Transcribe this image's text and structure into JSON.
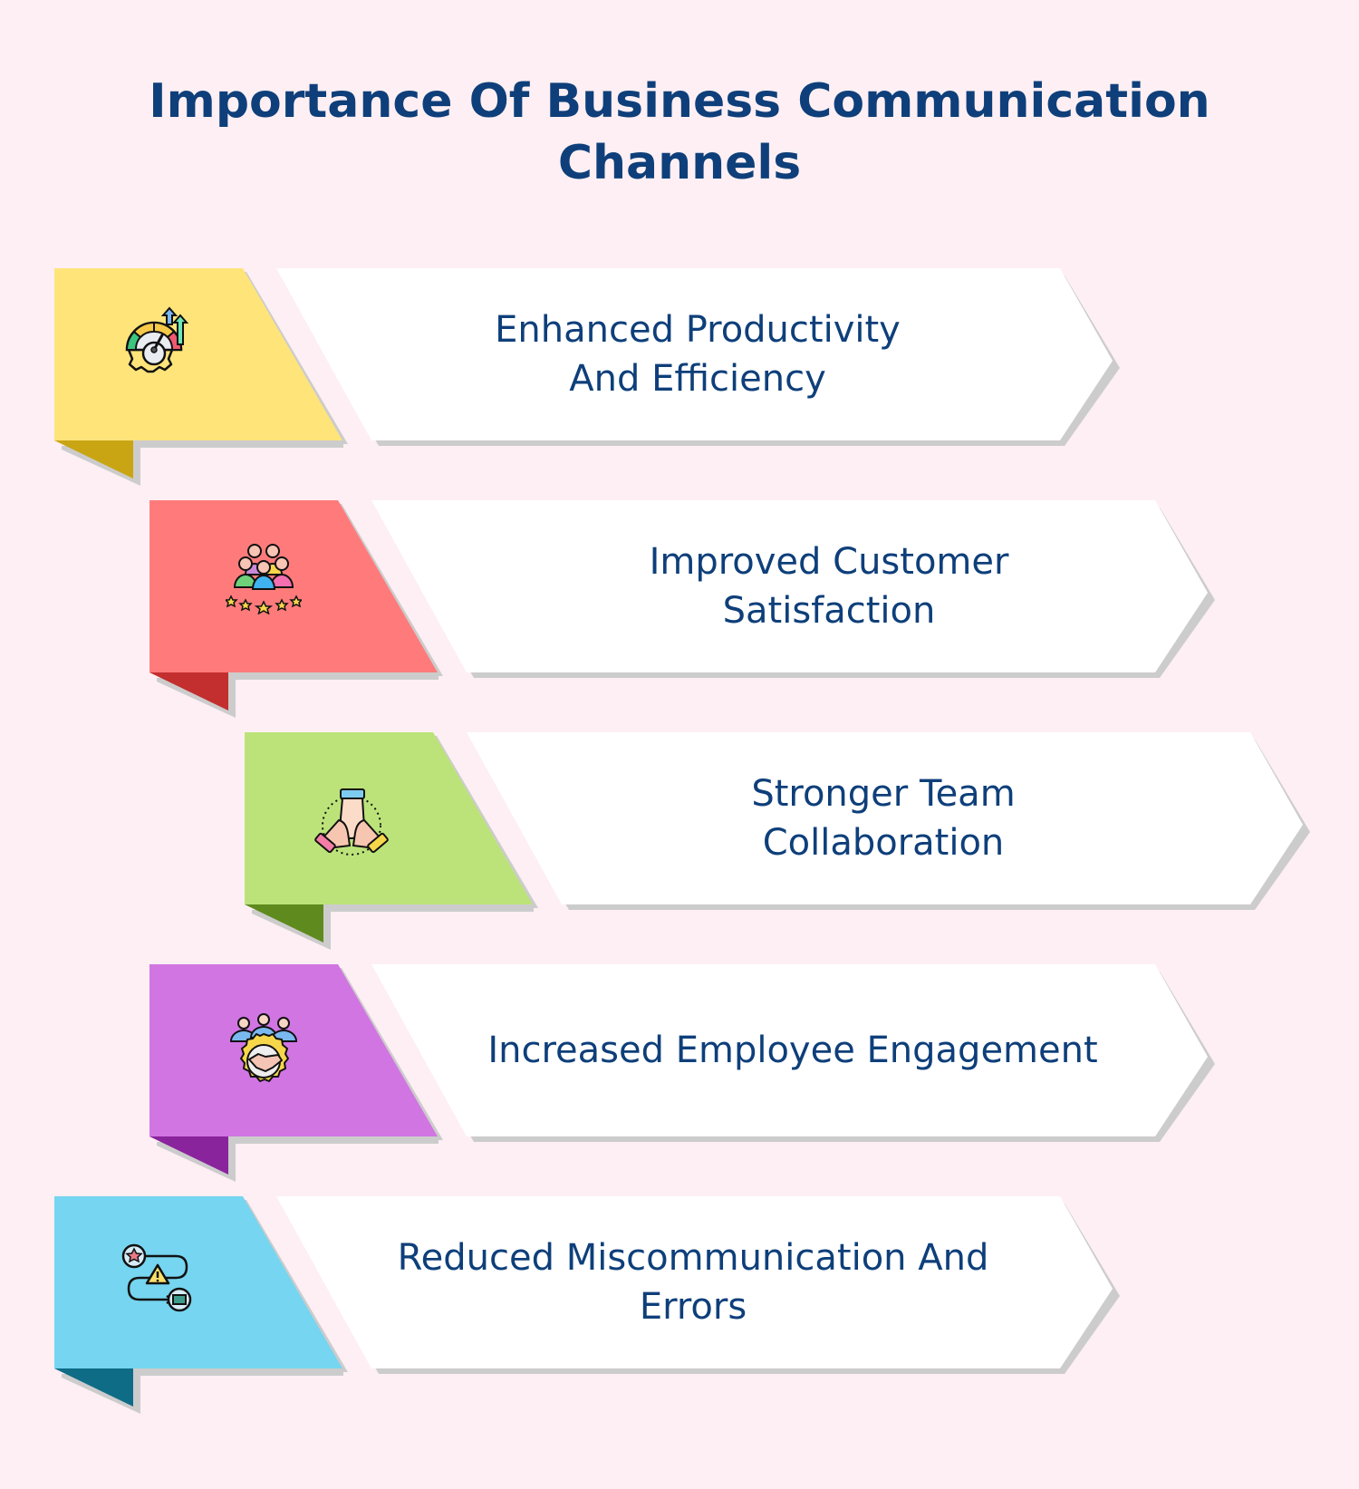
{
  "title": {
    "line1": "Importance Of Business Communication",
    "line2": "Channels"
  },
  "items": [
    {
      "label_line1": "Enhanced Productivity",
      "label_line2": "And Efficiency",
      "icon": "speedometer-gear-growth-icon",
      "color": "#ffe47a",
      "fold_color": "#c9a514"
    },
    {
      "label_line1": "Improved Customer",
      "label_line2": "Satisfaction",
      "icon": "customer-group-stars-icon",
      "color": "#ff7b7b",
      "fold_color": "#c32e2e"
    },
    {
      "label_line1": "Stronger Team",
      "label_line2": "Collaboration",
      "icon": "team-hands-together-icon",
      "color": "#bce37a",
      "fold_color": "#5f8a1e"
    },
    {
      "label_line1": "Increased Employee Engagement",
      "label_line2": "",
      "icon": "employees-handshake-gear-icon",
      "color": "#d175e3",
      "fold_color": "#8a249c"
    },
    {
      "label_line1": "Reduced Miscommunication And",
      "label_line2": "Errors",
      "icon": "workflow-warning-icon",
      "color": "#76d5f0",
      "fold_color": "#0e6c87"
    }
  ],
  "colors": {
    "background": "#fdeff3",
    "text": "#0e3f7a",
    "card": "#ffffff",
    "shadow": "#cccccc"
  }
}
